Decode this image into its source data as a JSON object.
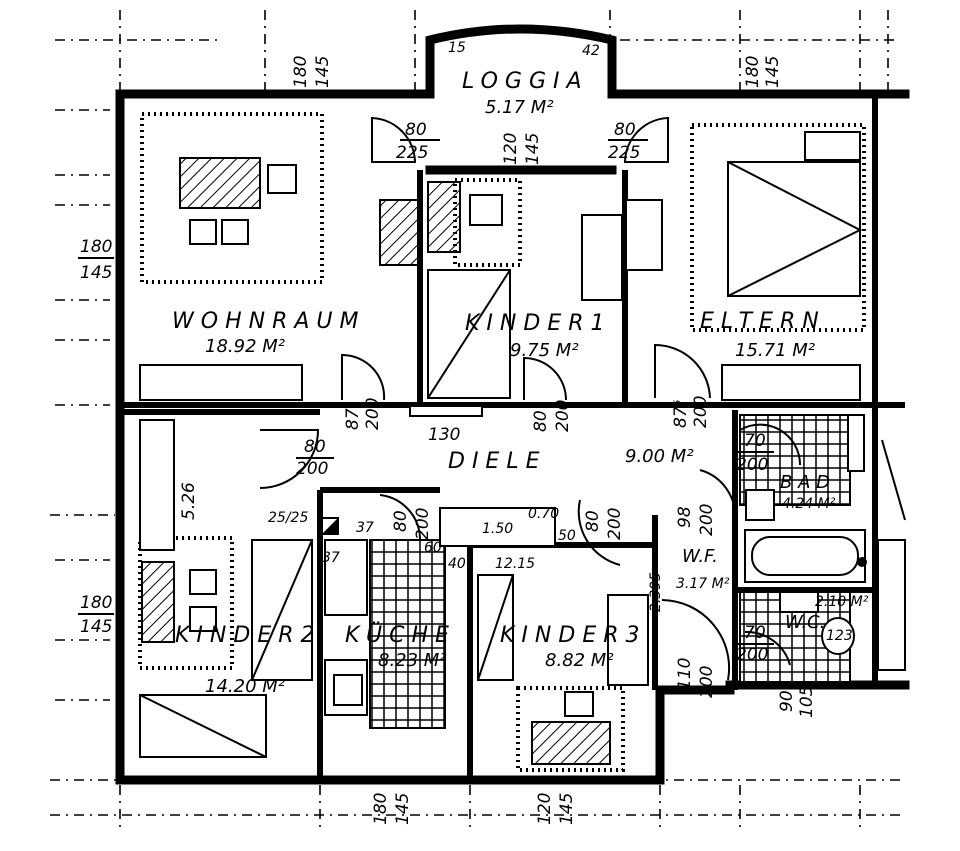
{
  "rooms": {
    "loggia": {
      "name": "LOGGIA",
      "area": "5.17 M²"
    },
    "wohnraum": {
      "name": "WOHNRAUM",
      "area": "18.92 M²"
    },
    "kind1": {
      "name": "KINDER1",
      "area": "9.75 M²"
    },
    "eltern": {
      "name": "ELTERN",
      "area": "15.71 M²"
    },
    "diele": {
      "name": "DIELE",
      "area": "9.00 M²"
    },
    "bad": {
      "name": "B A D",
      "area": "4.24 M²"
    },
    "wf": {
      "name": "W.F.",
      "area": "3.17 M²"
    },
    "wc": {
      "name": "W.C.",
      "area": "2.10 M²"
    },
    "kind2": {
      "name": "KINDER2",
      "area": "14.20 M²"
    },
    "kueche": {
      "name": "KÜCHE",
      "area": "8.23 M²"
    },
    "kind3": {
      "name": "KINDER3",
      "area": "8.82 M²"
    }
  },
  "dimensions": {
    "win_top_left": [
      "180",
      "145"
    ],
    "win_loggia": [
      "120",
      "145"
    ],
    "win_top_right": [
      "180",
      "145"
    ],
    "win_left_upper": [
      "180",
      "145"
    ],
    "win_left_lower": [
      "180",
      "145"
    ],
    "win_bottom_kitchen": [
      "180",
      "145"
    ],
    "win_bottom_k3": [
      "120",
      "145"
    ],
    "door_loggia_left": [
      "80",
      "225"
    ],
    "door_loggia_right": [
      "80",
      "225"
    ],
    "door_wohnraum": [
      "87⁵",
      "200"
    ],
    "door_kind1": [
      "80",
      "200"
    ],
    "door_eltern": [
      "87⁵",
      "200"
    ],
    "door_kind2": [
      "80",
      "200"
    ],
    "door_kueche": [
      "80",
      "200"
    ],
    "door_kind3": [
      "80",
      "200"
    ],
    "door_bad": [
      "70",
      "200"
    ],
    "door_wf": [
      "98",
      "200"
    ],
    "door_wc": [
      "70",
      "200"
    ],
    "door_entry": [
      "110",
      "200"
    ],
    "loggia_15": "15",
    "loggia_42": "42",
    "diele_130": "130",
    "kueche_counter": "1.50",
    "kueche_25_25": "25/25",
    "kueche_37a": "37",
    "kueche_37b": "37",
    "kueche_40": "40",
    "kueche_60": "60",
    "kueche_50": "50",
    "kueche_070": "0.70",
    "kind2_526": "5.26",
    "kind3_1215": "12.15",
    "wf_2395": "2.395",
    "wc_123": "123",
    "bottom_90": "90",
    "bottom_105": "105"
  }
}
